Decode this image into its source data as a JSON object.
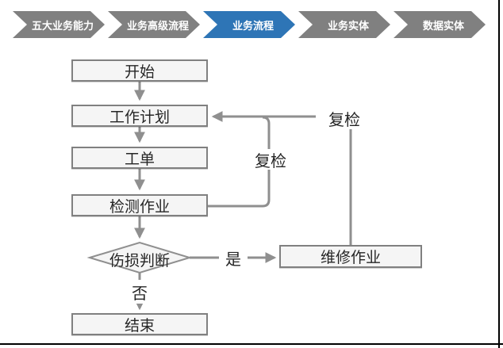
{
  "nav": {
    "items": [
      {
        "label": "五大业务能力",
        "active": false
      },
      {
        "label": "业务高级流程",
        "active": false
      },
      {
        "label": "业务流程",
        "active": true
      },
      {
        "label": "业务实体",
        "active": false
      },
      {
        "label": "数据实体",
        "active": false
      }
    ],
    "colors": {
      "inactive": "#808080",
      "active": "#2E75B6",
      "text": "#ffffff"
    }
  },
  "flowchart": {
    "nodes": {
      "start": {
        "label": "开始",
        "type": "process"
      },
      "work_plan": {
        "label": "工作计划",
        "type": "process"
      },
      "work_order": {
        "label": "工单",
        "type": "process"
      },
      "inspection": {
        "label": "检测作业",
        "type": "process"
      },
      "damage_decision": {
        "label": "伤损判断",
        "type": "decision"
      },
      "repair": {
        "label": "维修作业",
        "type": "process"
      },
      "end": {
        "label": "结束",
        "type": "process"
      }
    },
    "edge_labels": {
      "recheck_from_inspection": "复检",
      "recheck_from_repair": "复检",
      "yes": "是",
      "no": "否"
    },
    "colors": {
      "node_fill": "#f5f5f5",
      "node_border": "#808080",
      "connector": "#8f8f8f",
      "text": "#262626"
    }
  }
}
